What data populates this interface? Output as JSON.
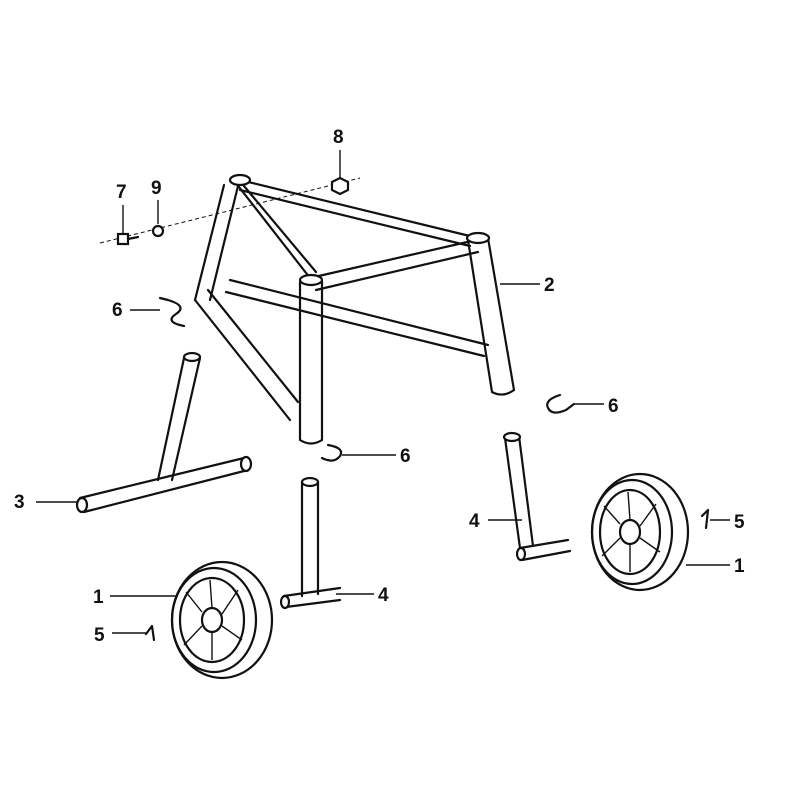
{
  "callouts": [
    {
      "number": "8",
      "part": "nut"
    },
    {
      "number": "7",
      "part": "bolt"
    },
    {
      "number": "9",
      "part": "washer"
    },
    {
      "number": "6",
      "part": "clip-upper-left"
    },
    {
      "number": "2",
      "part": "stand-frame"
    },
    {
      "number": "6",
      "part": "clip-right"
    },
    {
      "number": "6",
      "part": "clip-center"
    },
    {
      "number": "3",
      "part": "front-leg"
    },
    {
      "number": "4",
      "part": "axle-right"
    },
    {
      "number": "5",
      "part": "pin-right"
    },
    {
      "number": "1",
      "part": "wheel-right"
    },
    {
      "number": "1",
      "part": "wheel-left"
    },
    {
      "number": "4",
      "part": "axle-left"
    },
    {
      "number": "5",
      "part": "pin-left"
    }
  ]
}
